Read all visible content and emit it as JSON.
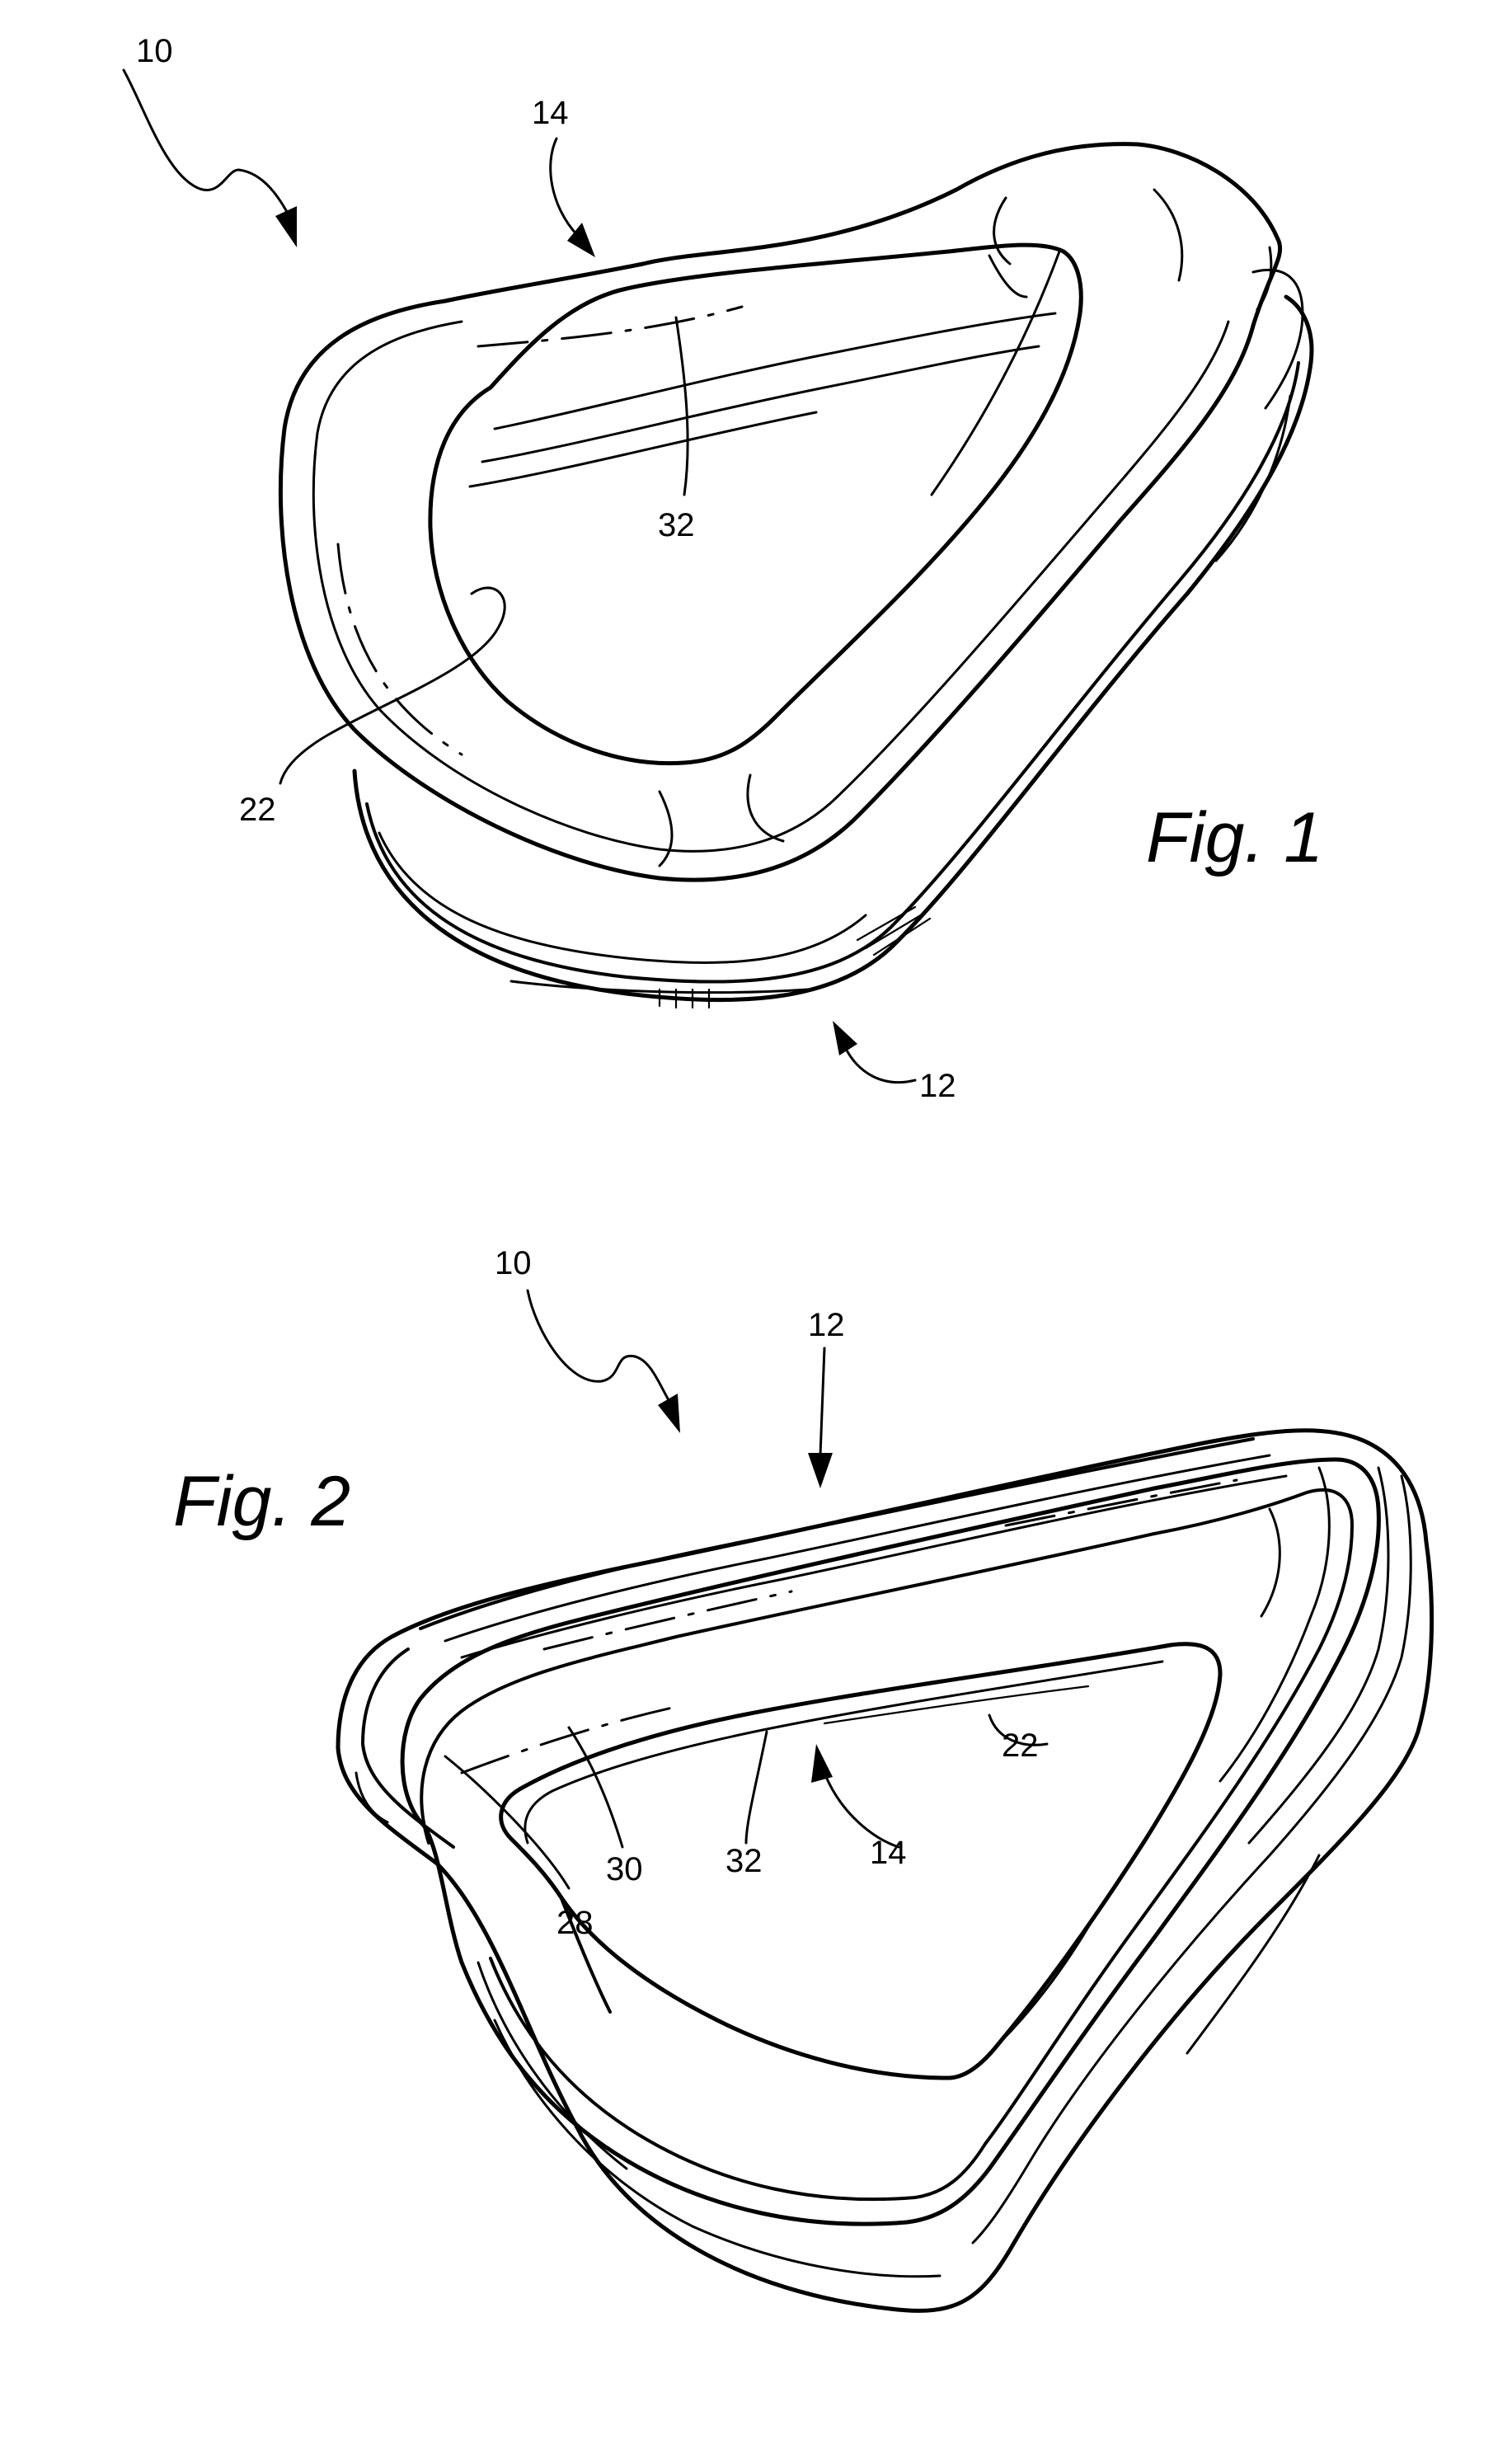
{
  "figures": [
    {
      "label": "Fig. 1",
      "refs": {
        "assembly": "10",
        "upper": "14",
        "inner": "32",
        "opening": "22",
        "lower": "12"
      }
    },
    {
      "label": "Fig. 2",
      "refs": {
        "assembly": "10",
        "outer": "12",
        "opening": "22",
        "cushion": "14",
        "inner": "32",
        "wall": "30",
        "edge": "28"
      }
    }
  ],
  "colors": {
    "ink": "#000000",
    "paper": "#ffffff"
  }
}
